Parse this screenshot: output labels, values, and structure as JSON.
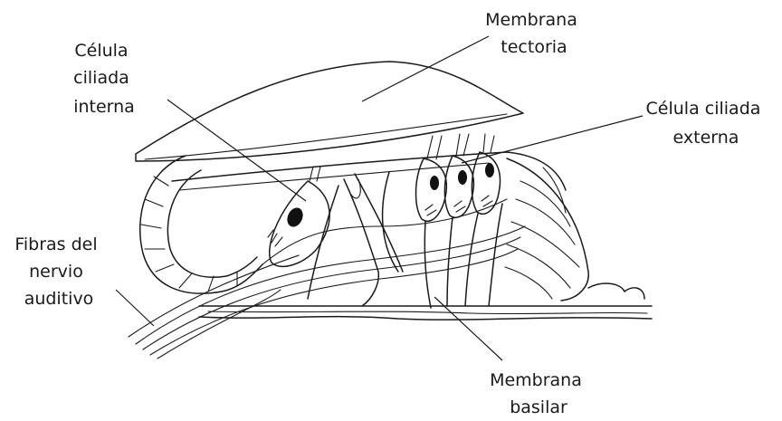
{
  "labels": {
    "tectorial_membrane": [
      "Membrana",
      "tectoria"
    ],
    "inner_hair_cell": [
      "Célula",
      "ciliada",
      "interna"
    ],
    "outer_hair_cell": [
      "Célula ciliada",
      "externa"
    ],
    "auditory_nerve_fibers": [
      "Fibras del",
      "nervio",
      "auditivo"
    ],
    "basilar_membrane": [
      "Membrana",
      "basilar"
    ]
  },
  "colors": {
    "ink": "#1a1a1a",
    "background": "#ffffff"
  }
}
